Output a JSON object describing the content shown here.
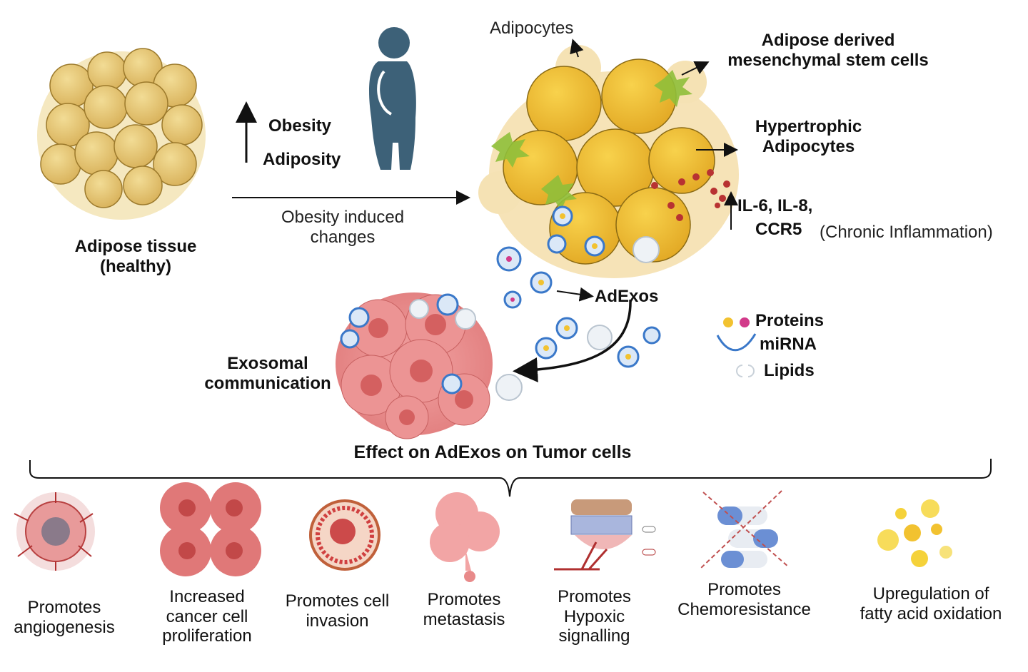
{
  "top": {
    "healthy_label_1": "Adipose tissue",
    "healthy_label_2": "(healthy)",
    "obesity": "Obesity",
    "adiposity": "Adiposity",
    "arrow_label_1": "Obesity induced",
    "arrow_label_2": "changes",
    "adipocytes": "Adipocytes",
    "msc_1": "Adipose derived",
    "msc_2": "mesenchymal stem cells",
    "hyper_1": "Hypertrophic",
    "hyper_2": "Adipocytes",
    "cytokines_1": "IL-6, IL-8,",
    "cytokines_2": "CCR5",
    "chronic": "(Chronic Inflammation)",
    "adexos": "AdExos",
    "exosomal_1": "Exosomal",
    "exosomal_2": "communication"
  },
  "legend": {
    "proteins": "Proteins",
    "mirna": "miRNA",
    "lipids": "Lipids"
  },
  "effects": {
    "title": "Effect on AdExos on Tumor cells",
    "items": [
      {
        "l1": "Promotes",
        "l2": "angiogenesis",
        "l3": ""
      },
      {
        "l1": "Increased",
        "l2": "cancer cell",
        "l3": "proliferation"
      },
      {
        "l1": "Promotes cell",
        "l2": "invasion",
        "l3": ""
      },
      {
        "l1": "Promotes",
        "l2": "metastasis",
        "l3": ""
      },
      {
        "l1": "Promotes",
        "l2": "Hypoxic",
        "l3": "signalling"
      },
      {
        "l1": "Promotes",
        "l2": "Chemoresistance",
        "l3": ""
      },
      {
        "l1": "Upregulation of",
        "l2": "fatty acid oxidation",
        "l3": ""
      }
    ]
  },
  "colors": {
    "fat_healthy": "#e8c870",
    "fat_hyper": "#f2c230",
    "msc": "#8fbf3a",
    "tumor": "#e88a8a",
    "exosome_ring": "#3a78c9",
    "cytokine": "#b83232",
    "person": "#3d6178"
  }
}
